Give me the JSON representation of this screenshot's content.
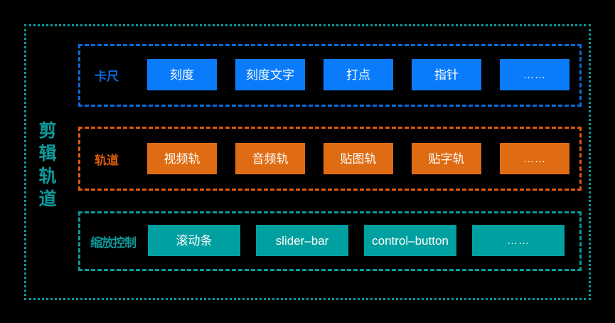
{
  "diagram": {
    "title_vertical": "剪辑轨道",
    "colors": {
      "background": "#000000",
      "outer_border": "#0D9A9A",
      "blue": "#0A7CFB",
      "blue_border": "#0A6BDB",
      "orange": "#DF6B12",
      "orange_border": "#DF5A0B",
      "teal": "#00A0A0",
      "teal_border": "#0D9A9A",
      "card_text": "#FFFFFF"
    },
    "groups": [
      {
        "id": "ruler",
        "label": "卡尺",
        "cards": [
          {
            "label": "刻度"
          },
          {
            "label": "刻度文字"
          },
          {
            "label": "打点"
          },
          {
            "label": "指针"
          },
          {
            "label": "……"
          }
        ]
      },
      {
        "id": "track",
        "label": "轨道",
        "cards": [
          {
            "label": "视频轨"
          },
          {
            "label": "音频轨"
          },
          {
            "label": "贴图轨"
          },
          {
            "label": "贴字轨"
          },
          {
            "label": "……"
          }
        ]
      },
      {
        "id": "zoom",
        "label": "缩放控制",
        "cards": [
          {
            "label": "滚动条"
          },
          {
            "label": "slider–bar"
          },
          {
            "label": "control–button"
          },
          {
            "label": "……"
          }
        ]
      }
    ]
  }
}
